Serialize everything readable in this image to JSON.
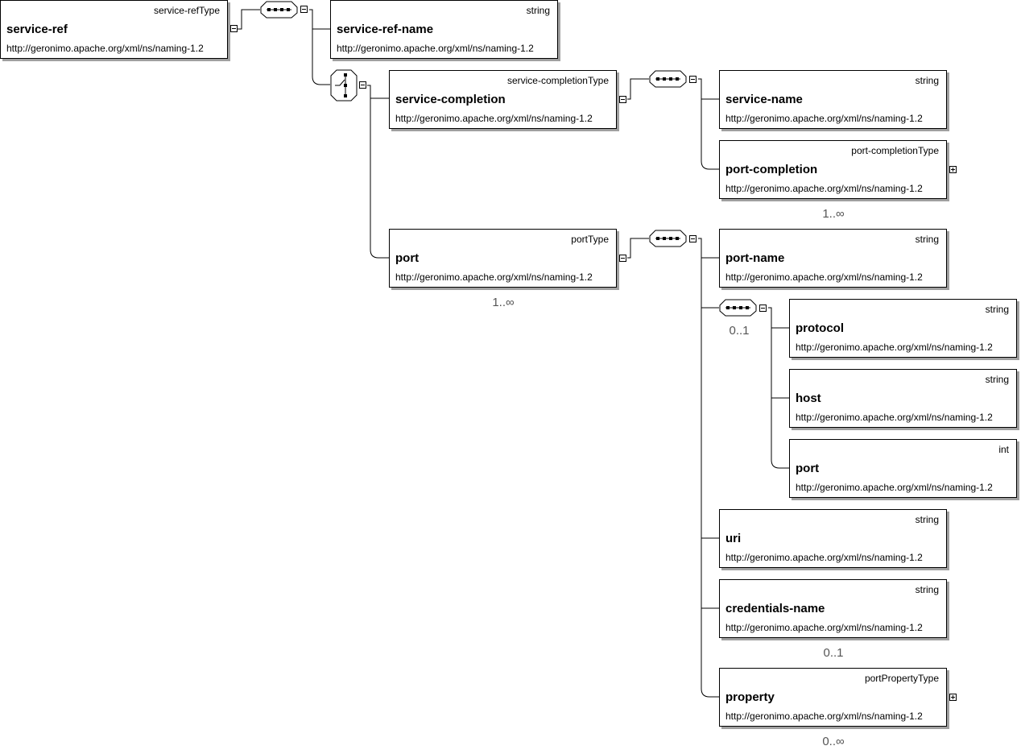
{
  "elements": {
    "service_ref": {
      "name": "service-ref",
      "type": "service-refType",
      "ns": "http://geronimo.apache.org/xml/ns/naming-1.2"
    },
    "service_ref_name": {
      "name": "service-ref-name",
      "type": "string",
      "ns": "http://geronimo.apache.org/xml/ns/naming-1.2"
    },
    "service_completion": {
      "name": "service-completion",
      "type": "service-completionType",
      "ns": "http://geronimo.apache.org/xml/ns/naming-1.2"
    },
    "service_name": {
      "name": "service-name",
      "type": "string",
      "ns": "http://geronimo.apache.org/xml/ns/naming-1.2"
    },
    "port_completion": {
      "name": "port-completion",
      "type": "port-completionType",
      "ns": "http://geronimo.apache.org/xml/ns/naming-1.2",
      "cardinality": "1..∞"
    },
    "port": {
      "name": "port",
      "type": "portType",
      "ns": "http://geronimo.apache.org/xml/ns/naming-1.2",
      "cardinality": "1..∞"
    },
    "port_name": {
      "name": "port-name",
      "type": "string",
      "ns": "http://geronimo.apache.org/xml/ns/naming-1.2"
    },
    "protocol": {
      "name": "protocol",
      "type": "string",
      "ns": "http://geronimo.apache.org/xml/ns/naming-1.2"
    },
    "host": {
      "name": "host",
      "type": "string",
      "ns": "http://geronimo.apache.org/xml/ns/naming-1.2"
    },
    "port_num": {
      "name": "port",
      "type": "int",
      "ns": "http://geronimo.apache.org/xml/ns/naming-1.2"
    },
    "uri": {
      "name": "uri",
      "type": "string",
      "ns": "http://geronimo.apache.org/xml/ns/naming-1.2"
    },
    "credentials_name": {
      "name": "credentials-name",
      "type": "string",
      "ns": "http://geronimo.apache.org/xml/ns/naming-1.2",
      "cardinality": "0..1"
    },
    "property": {
      "name": "property",
      "type": "portPropertyType",
      "ns": "http://geronimo.apache.org/xml/ns/naming-1.2",
      "cardinality": "0..∞"
    }
  },
  "compositors": {
    "address_sequence": {
      "cardinality": "0..1"
    }
  },
  "colors": {
    "line": "#000000",
    "shadow": "#a0a0a0",
    "cardinality": "#555555"
  }
}
